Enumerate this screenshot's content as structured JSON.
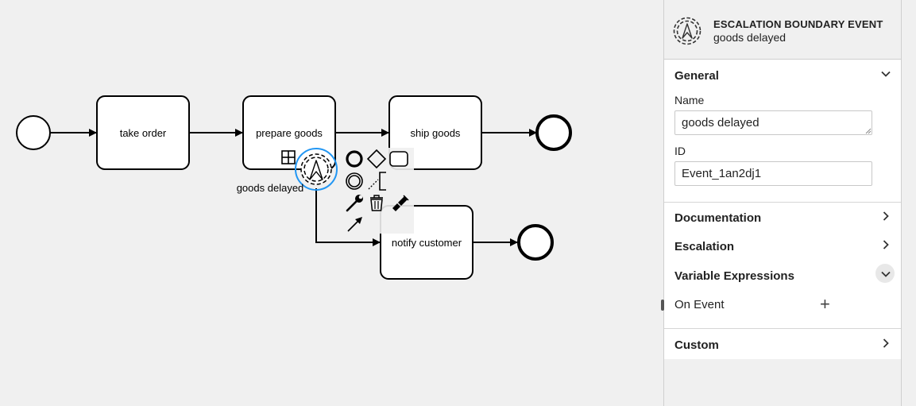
{
  "diagram": {
    "tasks": [
      {
        "id": "take-order",
        "label": "take order"
      },
      {
        "id": "prepare-goods",
        "label": "prepare goods"
      },
      {
        "id": "ship-goods",
        "label": "ship goods"
      },
      {
        "id": "notify-customer",
        "label": "notify customer"
      }
    ],
    "boundary_event_label": "goods delayed",
    "colors": {
      "selection": "#2196f3",
      "stroke": "#000000",
      "canvas": "#f0f0f0"
    }
  },
  "context_pad": {
    "icons": [
      "end-event-icon",
      "gateway-icon",
      "task-icon",
      "intermediate-event-icon",
      "text-annotation-icon",
      "change-type-wrench-icon",
      "delete-trash-icon",
      "color-brush-icon",
      "connect-arrow-icon"
    ]
  },
  "panel": {
    "header": {
      "type": "ESCALATION BOUNDARY EVENT",
      "name": "goods delayed",
      "icon": "escalation-boundary-event-icon"
    },
    "general": {
      "title": "General",
      "name_label": "Name",
      "name_value": "goods delayed",
      "id_label": "ID",
      "id_value": "Event_1an2dj1"
    },
    "documentation": {
      "title": "Documentation"
    },
    "escalation": {
      "title": "Escalation"
    },
    "variable_expressions": {
      "title": "Variable Expressions",
      "on_event_label": "On Event"
    },
    "custom": {
      "title": "Custom"
    }
  }
}
